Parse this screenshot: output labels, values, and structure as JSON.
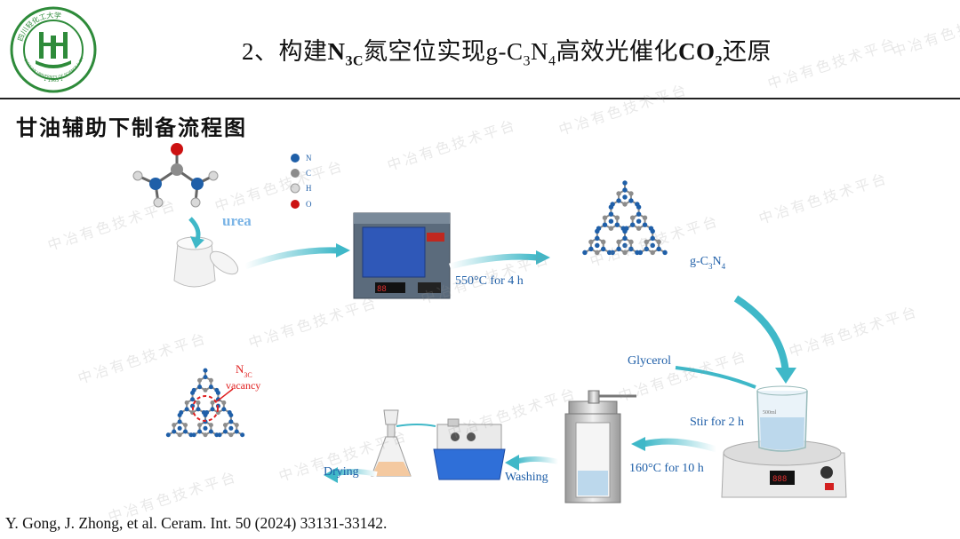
{
  "header": {
    "title_parts": {
      "prefix": "2、构建",
      "n": "N",
      "n_sub": "3C",
      "middle": "氮空位实现g-C",
      "c_sub": "3",
      "n2": "N",
      "n2_sub": "4",
      "suffix_cn": "高效光催化",
      "co": "CO",
      "co_sub": "2",
      "end": "还原"
    },
    "logo": {
      "ring_text": "四川轻化工大学",
      "ring_text_en": "SICHUAN UNIVERSITY OF SCIENCE & ENGINEERING",
      "year": "• 1965 •",
      "color": "#2e8b3a"
    }
  },
  "subtitle": "甘油辅助下制备流程图",
  "diagram": {
    "legend": [
      {
        "symbol": "N",
        "color": "#1f5fa8"
      },
      {
        "symbol": "C",
        "color": "#8c8c8c"
      },
      {
        "symbol": "H",
        "color": "#d9d9d9"
      },
      {
        "symbol": "O",
        "color": "#cc1111"
      }
    ],
    "urea_label": "urea",
    "step1_label": "550°C for 4 h",
    "product_label": {
      "text": "g-C",
      "sub1": "3",
      "mid": "N",
      "sub2": "4"
    },
    "glycerol_label": "Glycerol",
    "stir_label": "Stir for 2 h",
    "beaker_label": "500ml",
    "hydro_label": "160°C for 10 h",
    "washing_label": "Washing",
    "drying_label": "Drying",
    "vacancy_label": {
      "n": "N",
      "sub": "3C",
      "text": "vacancy"
    },
    "accent_color": "#3fb8c8",
    "vacancy_color": "#e02020"
  },
  "citation": "Y. Gong, J. Zhong, et al. Ceram. Int. 50 (2024) 33131-33142.",
  "watermark": "中冶有色技术平台"
}
